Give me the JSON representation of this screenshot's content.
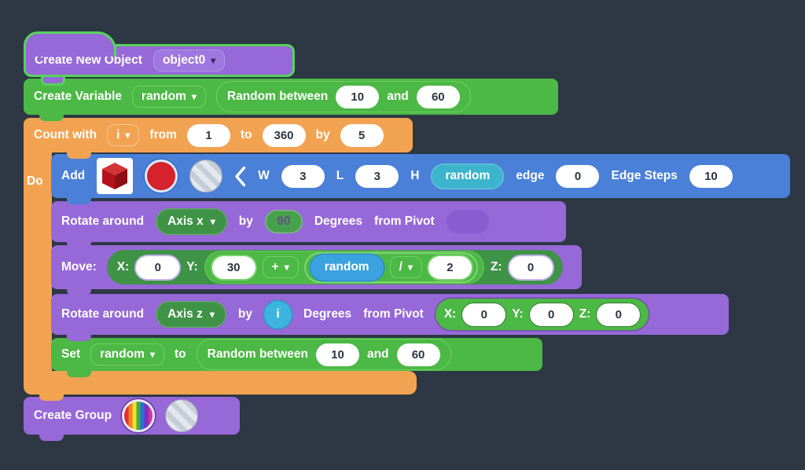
{
  "palette": {
    "background": "#2d3844",
    "purple": "#9668d8",
    "purple_socket": "#8a5ccf",
    "green": "#4cb845",
    "green_dark": "#3f9347",
    "orange": "#f2a351",
    "blue": "#4a80d8",
    "teal": "#3db4cd",
    "cyan": "#3aa2de",
    "hat_outline": "#55d45c",
    "pill_text": "#2c3642"
  },
  "blocks": {
    "create_new_object": {
      "label": "Create New Object",
      "dropdown": "object0"
    },
    "create_variable": {
      "label": "Create Variable",
      "dropdown": "random",
      "reporter": {
        "label": "Random between",
        "min": "10",
        "and": "and",
        "max": "60"
      }
    },
    "count_with": {
      "label": "Count with",
      "var": "i",
      "from_label": "from",
      "from": "1",
      "to_label": "to",
      "to": "360",
      "by_label": "by",
      "by": "5",
      "do_label": "Do"
    },
    "add": {
      "label": "Add",
      "w_label": "W",
      "w": "3",
      "l_label": "L",
      "l": "3",
      "h_label": "H",
      "h_var": "random",
      "edge_label": "edge",
      "edge": "0",
      "edge_steps_label": "Edge Steps",
      "edge_steps": "10"
    },
    "rotate_x": {
      "label": "Rotate around",
      "axis": "Axis x",
      "by_label": "by",
      "degrees": "90",
      "degrees_label": "Degrees",
      "pivot_label": "from Pivot"
    },
    "move": {
      "label": "Move:",
      "x_label": "X:",
      "x": "0",
      "y_label": "Y:",
      "y_base": "30",
      "op_add": "+",
      "var": "random",
      "op_div": "/",
      "divisor": "2",
      "z_label": "Z:",
      "z": "0"
    },
    "rotate_z": {
      "label": "Rotate around",
      "axis": "Axis z",
      "by_label": "by",
      "var": "i",
      "degrees_label": "Degrees",
      "pivot_label": "from Pivot",
      "px_label": "X:",
      "px": "0",
      "py_label": "Y:",
      "py": "0",
      "pz_label": "Z:",
      "pz": "0"
    },
    "set_variable": {
      "label": "Set",
      "dropdown": "random",
      "to_label": "to",
      "reporter": {
        "label": "Random between",
        "min": "10",
        "and": "and",
        "max": "60"
      }
    },
    "create_group": {
      "label": "Create Group"
    }
  }
}
